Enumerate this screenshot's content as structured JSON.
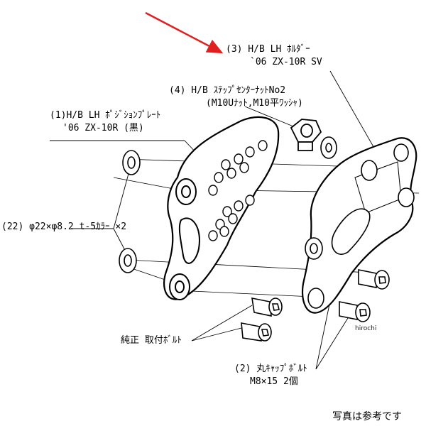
{
  "colors": {
    "ink": "#000000",
    "arrow": "#e02020",
    "paper": "#ffffff"
  },
  "labels": {
    "part3_line1": "(3)  H/B LH ﾎﾙﾀﾞｰ",
    "part3_line2": "`06 ZX-10R SV",
    "part4_line1": "(4) H/B ｽﾃｯﾌﾟｾﾝﾀｰﾅｯﾄNo2",
    "part4_line2": "(M10Uﾅｯﾄ,M10平ﾜｯｼｬ)",
    "part1_line1": "(1)H/B LH ﾎﾟｼﾞｼｮﾝﾌﾟﾚｰﾄ",
    "part1_line2": "'06 ZX-10R (黒)",
    "part22": "(22) φ22×φ8.2 t-5ｶﾗｰ ×2",
    "stock_bolt": "純正  取付ﾎﾞﾙﾄ",
    "part2_line1": "(2)  丸ｷｬｯﾌﾟﾎﾞﾙﾄ",
    "part2_line2": "M8×15  2個"
  },
  "watermark": "hirochi",
  "footer_note": "写真は参考です",
  "icons": {
    "pointer": "red-arrow-icon",
    "bolt": "cap-bolt-icon",
    "nut": "hex-nut-icon",
    "washer": "washer-icon"
  }
}
